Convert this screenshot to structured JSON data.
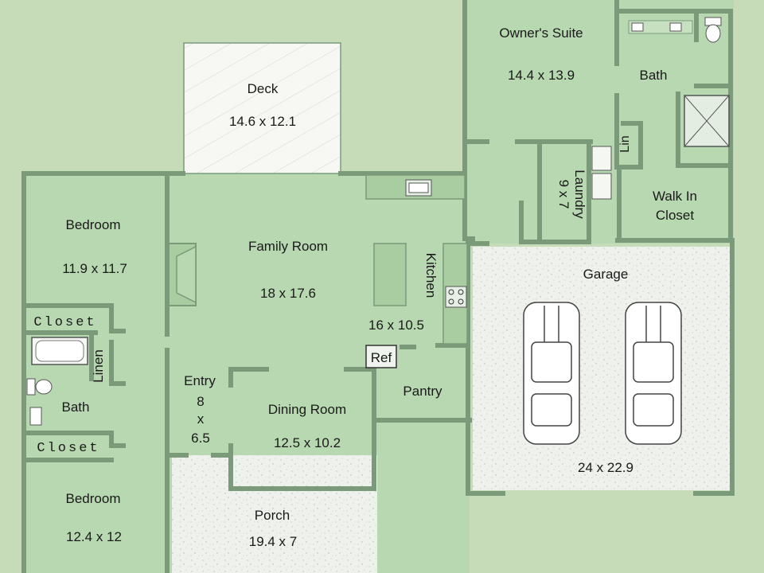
{
  "plan": {
    "rooms": {
      "deck": {
        "name": "Deck",
        "size": "14.6 x 12.1"
      },
      "owners_suite": {
        "name": "Owner's Suite",
        "size": "14.4 x 13.9"
      },
      "owners_bath": {
        "name": "Bath"
      },
      "walk_in_closet": {
        "line1": "Walk In",
        "line2": "Closet"
      },
      "linen_small": {
        "name": "Lin"
      },
      "laundry": {
        "name": "Laundry",
        "size": "9 x 7"
      },
      "bedroom_1": {
        "name": "Bedroom",
        "size": "11.9 x 11.7"
      },
      "closet_1": {
        "name": "Closet"
      },
      "linen": {
        "name": "Linen"
      },
      "hall_bath": {
        "name": "Bath"
      },
      "closet_2": {
        "name": "Closet"
      },
      "bedroom_2": {
        "name": "Bedroom",
        "size": "12.4 x 12"
      },
      "family_room": {
        "name": "Family Room",
        "size": "18 x 17.6"
      },
      "kitchen": {
        "name": "Kitchen",
        "size": "16 x 10.5"
      },
      "ref": {
        "name": "Ref"
      },
      "pantry": {
        "name": "Pantry"
      },
      "entry": {
        "name": "Entry",
        "w": "8",
        "x": "x",
        "h": "6.5"
      },
      "dining_room": {
        "name": "Dining Room",
        "size": "12.5 x 10.2"
      },
      "porch": {
        "name": "Porch",
        "size": "19.4 x 7"
      },
      "garage": {
        "name": "Garage",
        "size": "24 x 22.9"
      }
    },
    "colors": {
      "background": "#c6dcb8",
      "floor": "#b7d8b0",
      "wall": "#7a9a7a",
      "concrete": "#eef1ec",
      "deck": "#f7f7f3"
    }
  }
}
